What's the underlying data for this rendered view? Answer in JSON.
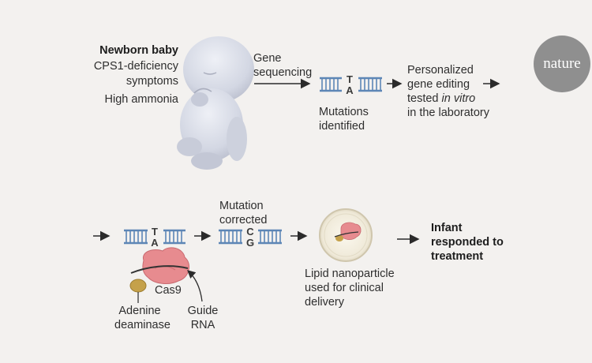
{
  "patient": {
    "title": "Newborn baby",
    "symptoms": "CPS1-deficiency symptoms",
    "ammonia": "High ammonia"
  },
  "steps": {
    "sequencing": "Gene sequencing",
    "mutations": "Mutations identified",
    "editing_line1": "Personalized",
    "editing_line2": "gene editing",
    "editing_line3_pre": "tested ",
    "editing_line3_em": "in vitro",
    "editing_line4": "in the laboratory",
    "corrected": "Mutation corrected",
    "lnp": "Lipid nanoparticle used for clinical delivery",
    "outcome": "Infant responded to treatment"
  },
  "bases": {
    "mutant_top": "T",
    "mutant_bottom": "A",
    "fixed_top": "C",
    "fixed_bottom": "G"
  },
  "labels": {
    "cas9": "Cas9",
    "deaminase": "Adenine deaminase",
    "guide": "Guide RNA"
  },
  "brand": {
    "logo": "nature"
  },
  "colors": {
    "background": "#f3f1ef",
    "dna": "#5d86b6",
    "cas9": "#e78b8f",
    "deaminase": "#c5a14a",
    "baby": "#d4d7e2",
    "logo": "#8f8f8f"
  }
}
